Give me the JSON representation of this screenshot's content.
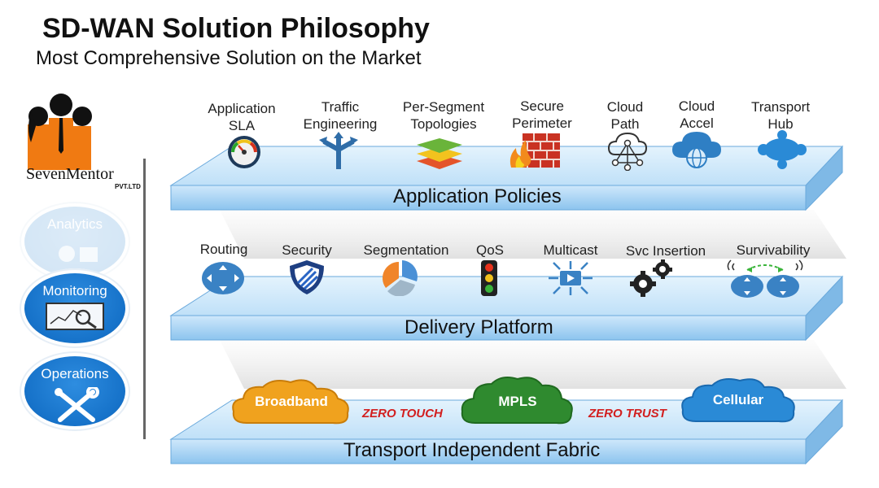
{
  "header": {
    "title": "SD-WAN Solution Philosophy",
    "subtitle": "Most Comprehensive Solution on the Market"
  },
  "logo": {
    "name": "SevenMentor",
    "suffix": "PVT.LTD"
  },
  "side": {
    "analytics": "Analytics",
    "monitoring": "Monitoring",
    "operations": "Operations"
  },
  "layers": {
    "application": {
      "title": "Application Policies",
      "items": [
        {
          "l1": "Application",
          "l2": "SLA",
          "icon": "gauge-icon"
        },
        {
          "l1": "Traffic",
          "l2": "Engineering",
          "icon": "arrows-split-icon"
        },
        {
          "l1": "Per-Segment",
          "l2": "Topologies",
          "icon": "layers-icon"
        },
        {
          "l1": "Secure",
          "l2": "Perimeter",
          "icon": "firewall-icon"
        },
        {
          "l1": "Cloud",
          "l2": "Path",
          "icon": "cloud-network-icon"
        },
        {
          "l1": "Cloud",
          "l2": "Accel",
          "icon": "cloud-globe-icon"
        },
        {
          "l1": "Transport",
          "l2": "Hub",
          "icon": "hub-icon"
        }
      ]
    },
    "delivery": {
      "title": "Delivery Platform",
      "items": [
        {
          "label": "Routing",
          "icon": "router-icon"
        },
        {
          "label": "Security",
          "icon": "shield-icon"
        },
        {
          "label": "Segmentation",
          "icon": "pie-icon"
        },
        {
          "label": "QoS",
          "icon": "traffic-light-icon"
        },
        {
          "label": "Multicast",
          "icon": "multicast-icon"
        },
        {
          "label": "Svc Insertion",
          "icon": "gears-icon"
        },
        {
          "label": "Survivability",
          "icon": "routers-wifi-icon"
        }
      ]
    },
    "transport": {
      "title": "Transport Independent Fabric",
      "clouds": [
        "Broadband",
        "MPLS",
        "Cellular"
      ],
      "tags": [
        "ZERO TOUCH",
        "ZERO TRUST"
      ]
    }
  },
  "colors": {
    "slab_top": "#d6ecfb",
    "slab_front": "#9fcdf2",
    "broadband": "#f0a21e",
    "mpls": "#2f8a2f",
    "cellular": "#2a8ad6",
    "accent_red": "#d21f1f"
  }
}
